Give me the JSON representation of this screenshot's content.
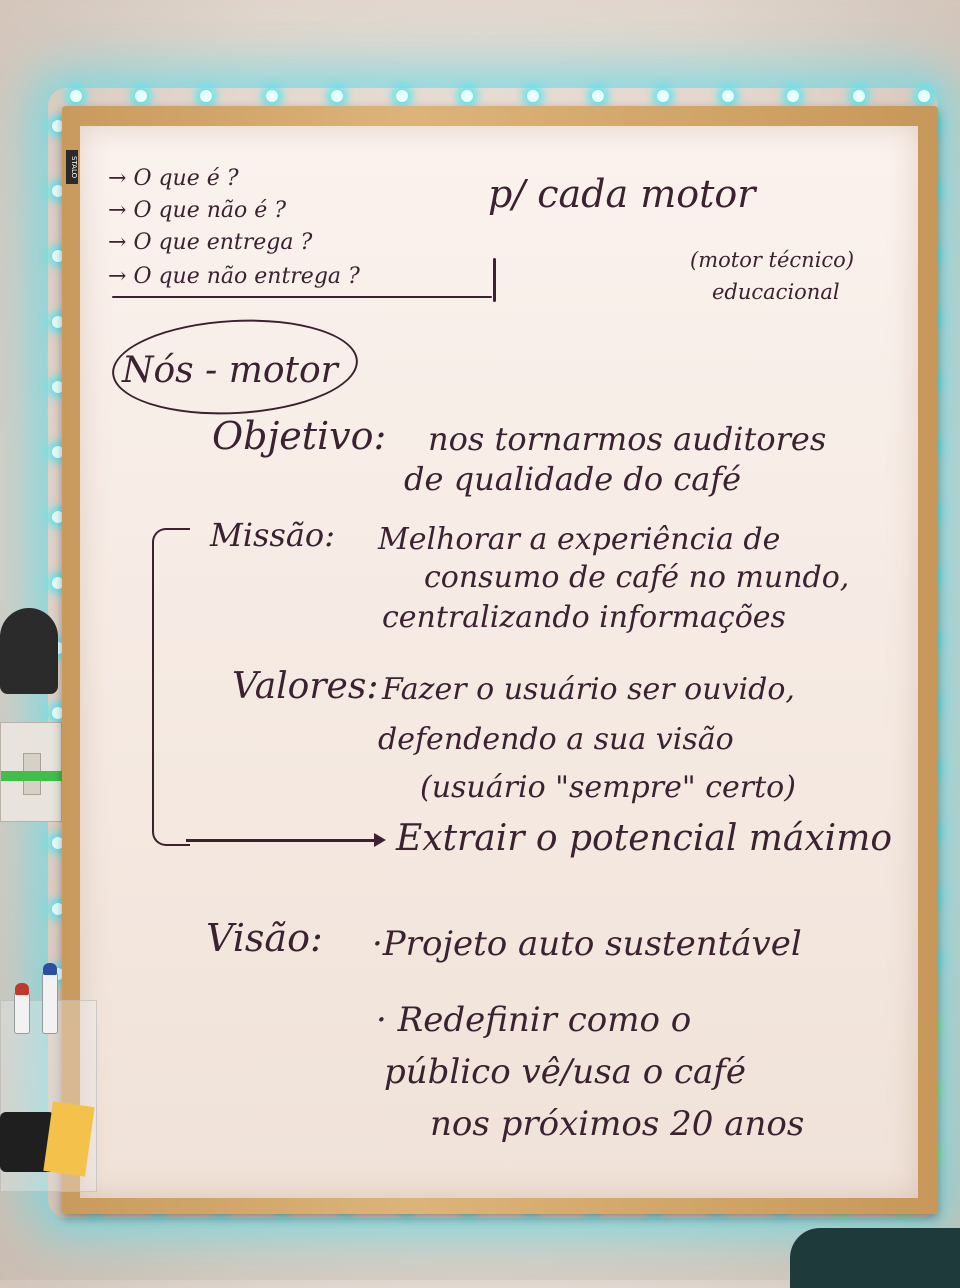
{
  "board": {
    "brand": "STALO",
    "questions": [
      "O que é ?",
      "O que não é ?",
      "O que entrega ?",
      "O que não entrega ?"
    ],
    "header": "p/ cada motor",
    "subnote_line1": "(motor técnico)",
    "subnote_line2": "educacional",
    "circled_title": "Nós - motor",
    "objetivo_label": "Objetivo:",
    "objetivo_line1": "nos tornarmos auditores",
    "objetivo_line2": "de qualidade do café",
    "missao_label": "Missão:",
    "missao_line1": "Melhorar a experiência de",
    "missao_line2": "consumo de café no mundo,",
    "missao_line3": "centralizando informações",
    "valores_label": "Valores:",
    "valores_line1": "Fazer o usuário ser ouvido,",
    "valores_line2": "defendendo a sua visão",
    "valores_line3": "(usuário \"sempre\" certo)",
    "extrair": "Extrair o potencial máximo",
    "visao_label": "Visão:",
    "visao_item1": "·Projeto auto sustentável",
    "visao_item2_line1": "· Redefinir como o",
    "visao_item2_line2": "público vê/usa o café",
    "visao_item2_line3": "nos próximos 20 anos"
  },
  "colors": {
    "ink": "#3a2230",
    "board": "#f6ebe4",
    "frame": "#d4a86c",
    "led_glow": "#5adceb"
  }
}
